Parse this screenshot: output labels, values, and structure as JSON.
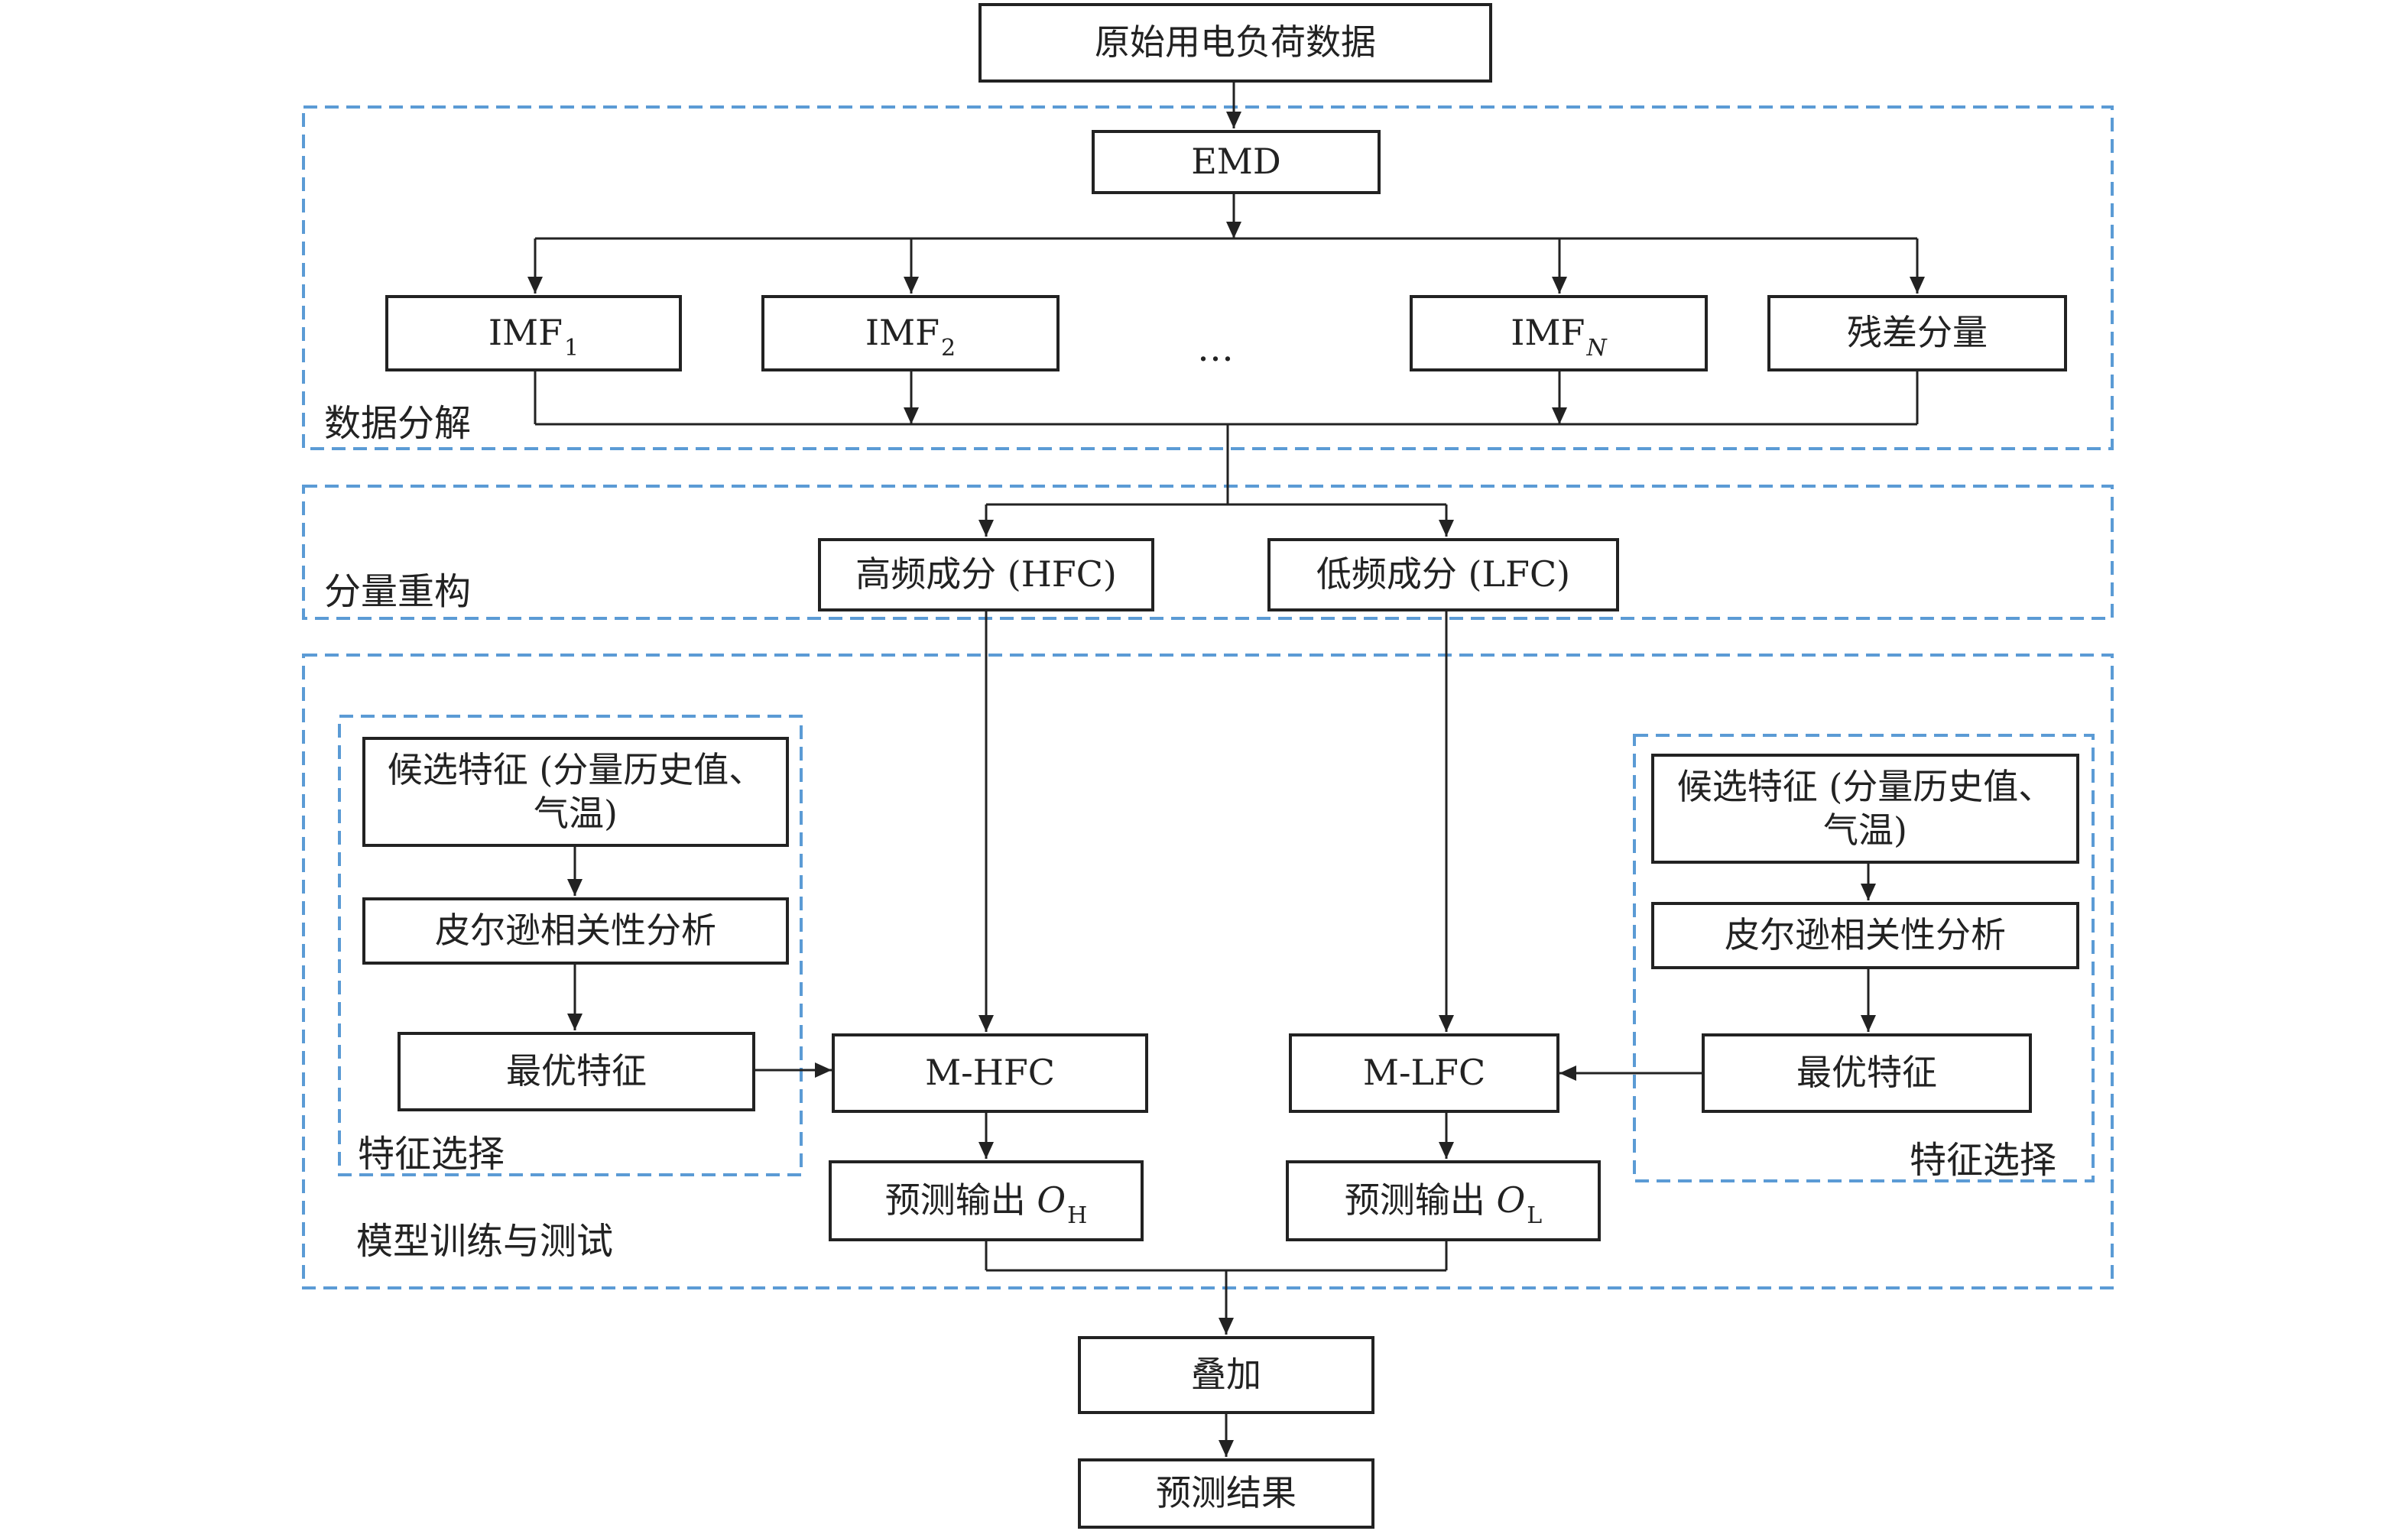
{
  "nodes": {
    "raw_data": "原始用电负荷数据",
    "emd": "EMD",
    "imf1": {
      "main": "IMF",
      "sub": "1"
    },
    "imf2": {
      "main": "IMF",
      "sub": "2"
    },
    "ellipsis": "…",
    "imfn": {
      "main": "IMF",
      "sub": "N"
    },
    "residual": "残差分量",
    "hfc": "高频成分 (HFC)",
    "lfc": "低频成分 (LFC)",
    "left_candidate": "候选特征 (分量历史值、气温)",
    "left_pearson": "皮尔逊相关性分析",
    "left_optimal": "最优特征",
    "right_candidate": "候选特征 (分量历史值、气温)",
    "right_pearson": "皮尔逊相关性分析",
    "right_optimal": "最优特征",
    "m_hfc": "M-HFC",
    "m_lfc": "M-LFC",
    "pred_h": {
      "main": "预测输出 ",
      "var": "O",
      "sub": "H"
    },
    "pred_l": {
      "main": "预测输出 ",
      "var": "O",
      "sub": "L"
    },
    "superpose": "叠加",
    "result": "预测结果"
  },
  "regions": {
    "decomposition": "数据分解",
    "reconstruction": "分量重构",
    "training": "模型训练与测试",
    "left_feature": "特征选择",
    "right_feature": "特征选择"
  },
  "colors": {
    "box_border": "#222222",
    "arrow": "#222222",
    "dashed_region": "#5b9bd5"
  }
}
